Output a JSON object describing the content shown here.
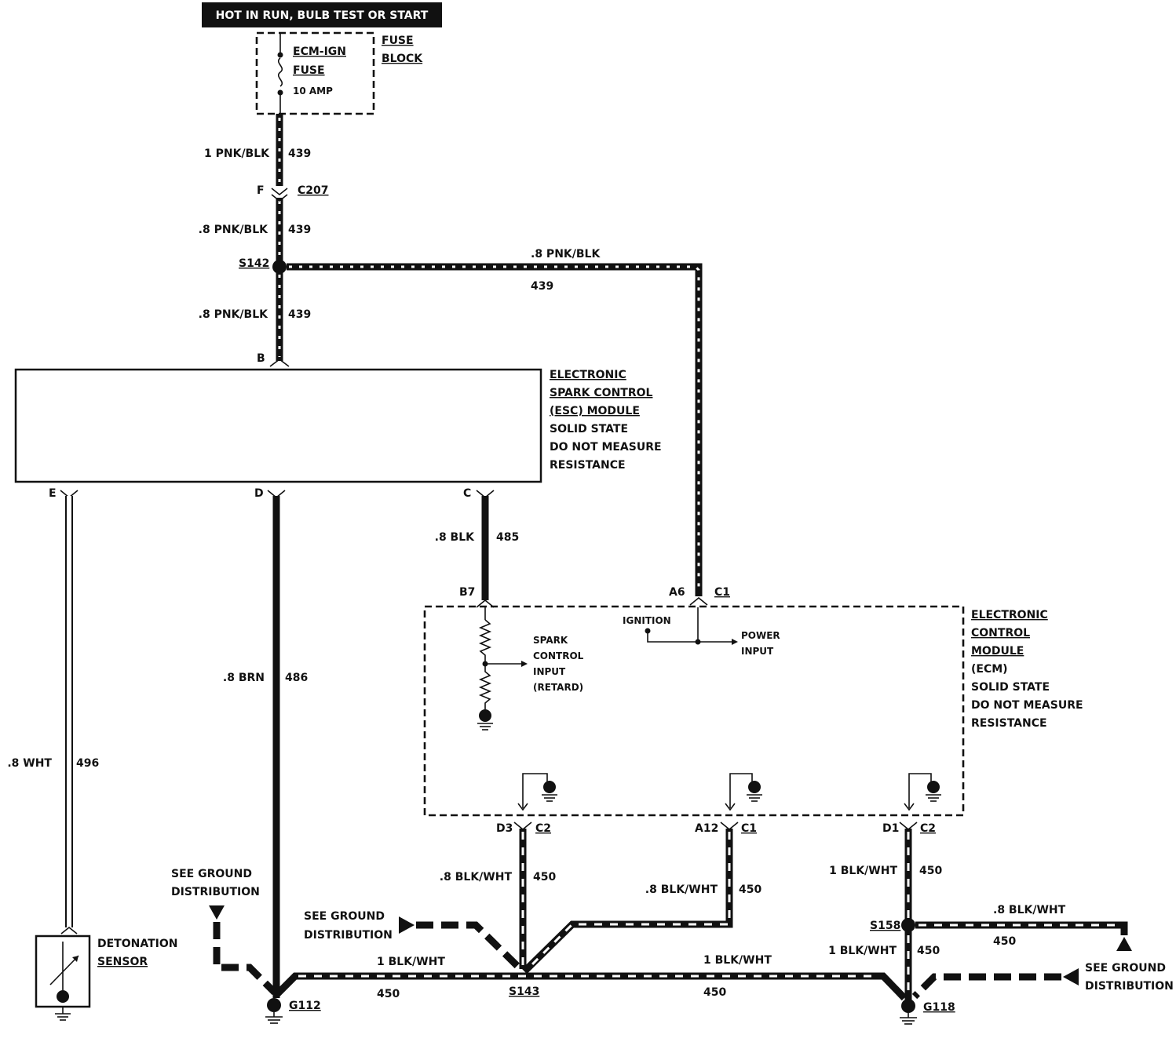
{
  "header": {
    "title": "HOT IN RUN, BULB TEST OR START"
  },
  "fuse_block": {
    "label_line1": "FUSE",
    "label_line2": "BLOCK",
    "fuse_name_line1": "ECM-IGN",
    "fuse_name_line2": "FUSE",
    "rating": "10 AMP"
  },
  "wires": {
    "fuse_to_c207": {
      "gauge_color": "1 PNK/BLK",
      "circuit": "439"
    },
    "c207_to_s142": {
      "gauge_color": ".8 PNK/BLK",
      "circuit": "439"
    },
    "s142_to_esc": {
      "gauge_color": ".8 PNK/BLK",
      "circuit": "439"
    },
    "s142_to_ecm": {
      "gauge_color": ".8 PNK/BLK",
      "circuit": "439"
    },
    "esc_c_to_ecm": {
      "gauge_color": ".8 BLK",
      "circuit": "485"
    },
    "esc_d_to_g112": {
      "gauge_color": ".8 BRN",
      "circuit": "486"
    },
    "esc_e_to_sensor": {
      "gauge_color": ".8 WHT",
      "circuit": "496"
    },
    "ecm_d3_to_s143": {
      "gauge_color": ".8 BLK/WHT",
      "circuit": "450"
    },
    "ecm_a12_to_s143": {
      "gauge_color": ".8 BLK/WHT",
      "circuit": "450"
    },
    "ecm_d1_to_s158": {
      "gauge_color": "1 BLK/WHT",
      "circuit": "450"
    },
    "s158_to_ground": {
      "gauge_color": ".8 BLK/WHT",
      "circuit": "450"
    },
    "s158_to_g118": {
      "gauge_color": "1 BLK/WHT",
      "circuit": "450"
    },
    "g112_to_s143": {
      "gauge_color": "1 BLK/WHT",
      "circuit": "450"
    },
    "s143_to_g118": {
      "gauge_color": "1 BLK/WHT",
      "circuit": "450"
    }
  },
  "connectors": {
    "c207": "C207",
    "c207_pin": "F",
    "esc_b": "B",
    "esc_c": "C",
    "esc_d": "D",
    "esc_e": "E",
    "ecm_b7": "B7",
    "ecm_a6": "A6",
    "ecm_c1_top": "C1",
    "ecm_d3": "D3",
    "ecm_c2_left": "C2",
    "ecm_a12": "A12",
    "ecm_c1_bottom": "C1",
    "ecm_d1": "D1",
    "ecm_c2_right": "C2"
  },
  "splices": {
    "s142": "S142",
    "s143": "S143",
    "s158": "S158"
  },
  "grounds": {
    "g112": "G112",
    "g118": "G118"
  },
  "esc_module": {
    "line1": "ELECTRONIC",
    "line2": "SPARK CONTROL",
    "line3": "(ESC) MODULE",
    "line4": "SOLID STATE",
    "line5": "DO NOT MEASURE",
    "line6": "RESISTANCE"
  },
  "ecm_module": {
    "line1": "ELECTRONIC",
    "line2": "CONTROL",
    "line3": "MODULE",
    "line4": "(ECM)",
    "line5": "SOLID STATE",
    "line6": "DO NOT MEASURE",
    "line7": "RESISTANCE",
    "ignition": "IGNITION",
    "power_line1": "POWER",
    "power_line2": "INPUT",
    "spark_line1": "SPARK",
    "spark_line2": "CONTROL",
    "spark_line3": "INPUT",
    "spark_line4": "(RETARD)"
  },
  "ground_distribution": {
    "left_line1": "SEE GROUND",
    "left_line2": "DISTRIBUTION",
    "mid_line1": "SEE GROUND",
    "mid_line2": "DISTRIBUTION",
    "right_line1": "SEE GROUND",
    "right_line2": "DISTRIBUTION"
  },
  "sensor": {
    "line1": "DETONATION",
    "line2": "SENSOR"
  }
}
